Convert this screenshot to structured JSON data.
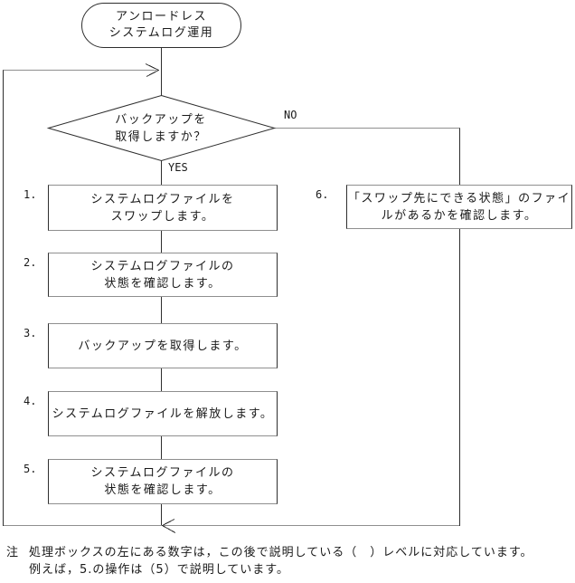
{
  "flowchart": {
    "start": {
      "line1": "アンロードレス",
      "line2": "システムログ運用"
    },
    "decision": {
      "line1": "バックアップを",
      "line2": "取得しますか？",
      "yes_label": "YES",
      "no_label": "NO"
    },
    "steps": [
      {
        "number": "1.",
        "line1": "システムログファイルを",
        "line2": "スワップします。"
      },
      {
        "number": "2.",
        "line1": "システムログファイルの",
        "line2": "状態を確認します。"
      },
      {
        "number": "3.",
        "line1": "バックアップを取得します。",
        "line2": ""
      },
      {
        "number": "4.",
        "line1": "システムログファイルを解放します。",
        "line2": ""
      },
      {
        "number": "5.",
        "line1": "システムログファイルの",
        "line2": "状態を確認します。"
      },
      {
        "number": "6.",
        "line1": "「スワップ先にできる状態」のファイ",
        "line2": "ルがあるかを確認します。"
      }
    ],
    "note": {
      "marker": "注",
      "line1": "処理ボックスの左にある数字は，この後で説明している（　）レベルに対応しています。",
      "line2": "例えば，5.の操作は（5）で説明しています。"
    },
    "colors": {
      "line_dark": "#2e2e2e",
      "line_gray": "#8f8f8f",
      "background": "#ffffff",
      "text": "#1a1a1a"
    }
  }
}
